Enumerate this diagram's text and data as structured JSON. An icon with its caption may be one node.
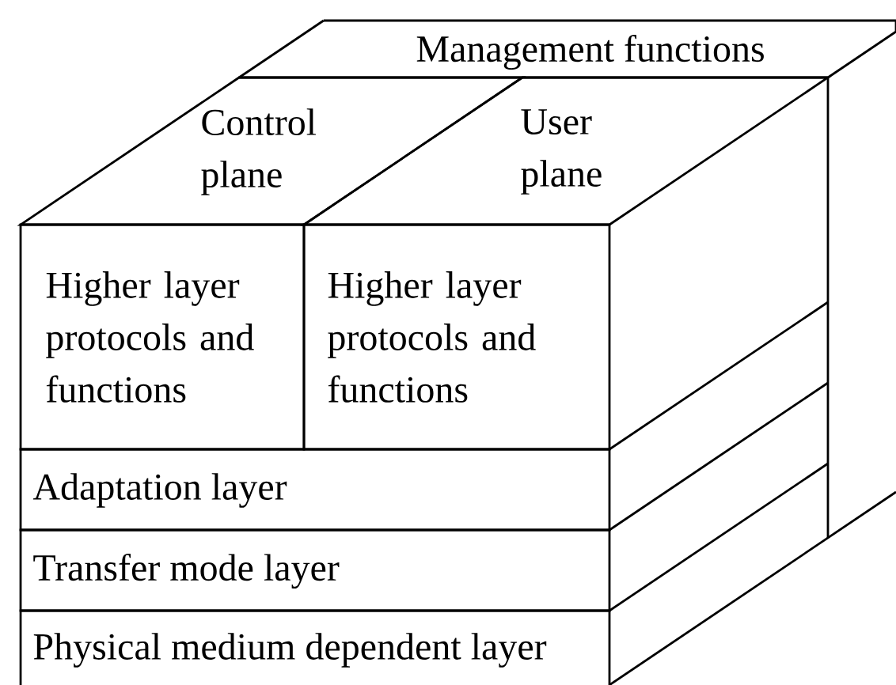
{
  "diagram": {
    "nodes": [
      {
        "text": [
          "Management functions"
        ]
      },
      {
        "text": [
          "Control plane"
        ]
      },
      {
        "text": [
          "User plane"
        ]
      },
      {
        "text": [
          "Higher layer protocols and functions"
        ]
      },
      {
        "text": [
          "Higher layer protocols and functions"
        ]
      },
      {
        "text": [
          "Adaptation layer"
        ]
      },
      {
        "text": [
          "Transfer mode layer"
        ]
      },
      {
        "text": [
          "Physical medium dependent layer"
        ]
      }
    ]
  }
}
